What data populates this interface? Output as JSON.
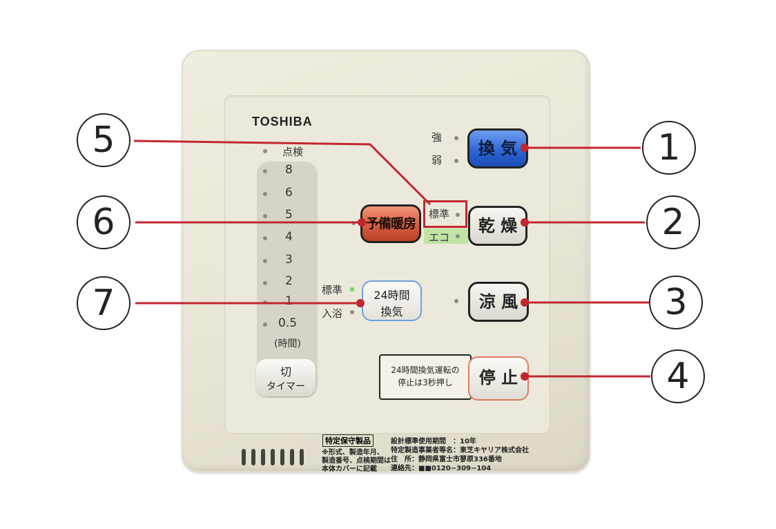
{
  "brand": "TOSHIBA",
  "fan_levels": {
    "strong": "強",
    "weak": "弱"
  },
  "timer": {
    "check_label": "点検",
    "values": [
      "8",
      "6",
      "5",
      "4",
      "3",
      "2",
      "1",
      "0.5"
    ],
    "unit_label": "(時間)",
    "off_button": {
      "line1": "切",
      "line2": "タイマー"
    }
  },
  "dry_modes": {
    "standard": "標準",
    "eco": "エコ"
  },
  "vent24_modes": {
    "standard": "標準",
    "bath": "入浴"
  },
  "buttons": {
    "kanki": "換 気",
    "kanso": "乾 燥",
    "yobi_danbo": "予備暖房",
    "ryofu": "涼 風",
    "vent24_line1": "24時間",
    "vent24_line2": "換気",
    "teishi": "停 止"
  },
  "stop_note": {
    "line1": "24時間換気運転の",
    "line2": "停止は3秒押し"
  },
  "footer": {
    "maintenance_tag": "特定保守製品",
    "left_note_lines": [
      "※形式、製造年月、",
      "製造番号、点検期間は",
      "本体カバーに記載"
    ],
    "right_lines": [
      "設計標準使用期間　：10年",
      "特定製造事業者等名：東芝キヤリア株式会社",
      "住　所：静岡県富士市蓼原336番地",
      "連絡先：■■0120−309−104"
    ]
  },
  "callouts": [
    "1",
    "2",
    "3",
    "4",
    "5",
    "6",
    "7"
  ],
  "colors": {
    "callout_line": "#c3262f",
    "kanki_button": "#2a62d2",
    "yobi_button": "#d55a3c",
    "eco_band": "#bfe4a4"
  }
}
